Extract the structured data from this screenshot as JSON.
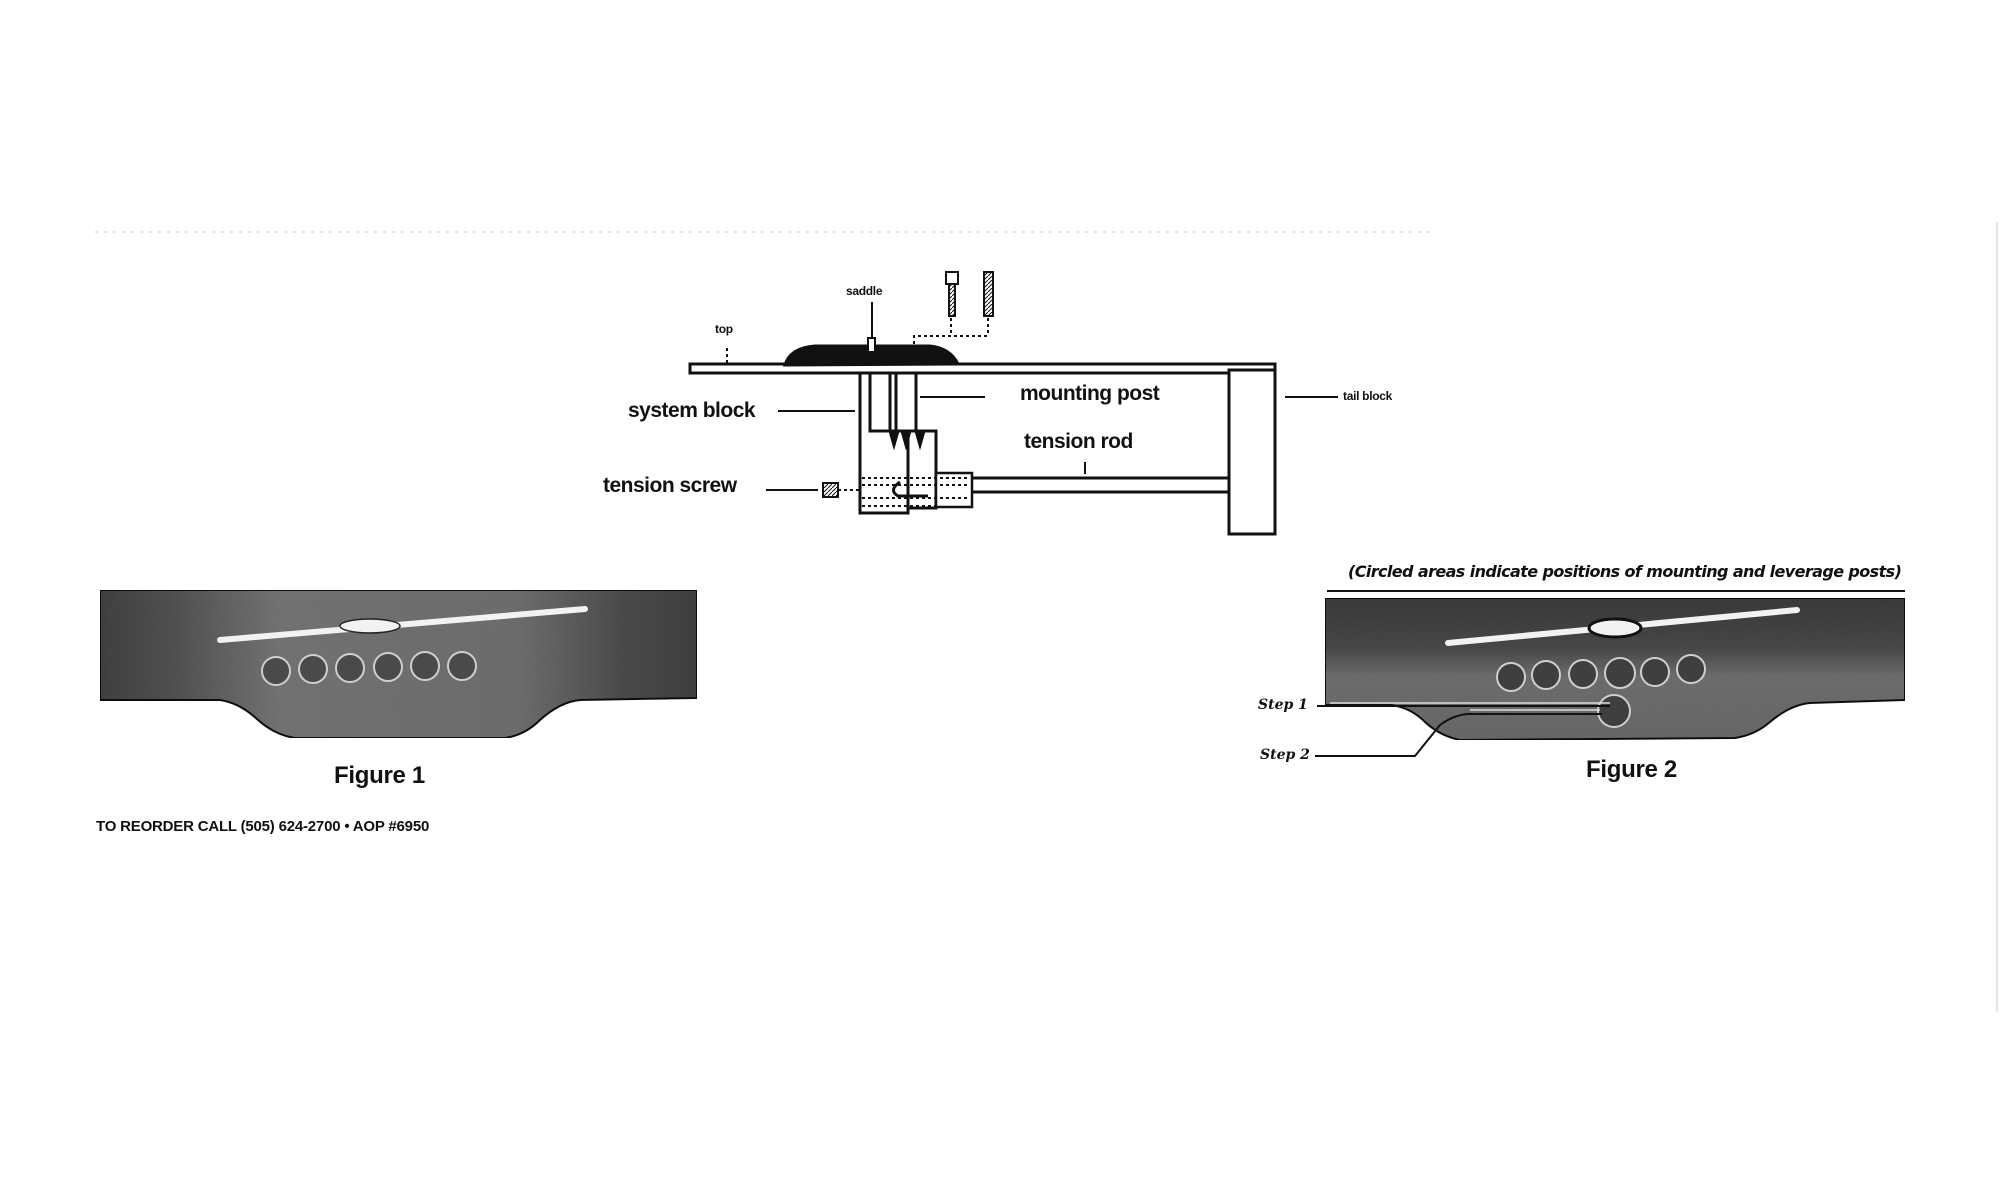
{
  "diagram": {
    "labels": {
      "saddle": "saddle",
      "top": "top",
      "mounting_post": "mounting post",
      "system_block": "system block",
      "tension_rod": "tension rod",
      "tension_screw": "tension screw",
      "tail_block": "tail block"
    }
  },
  "figure1": {
    "caption": "Figure 1",
    "hole_count": 6
  },
  "figure2": {
    "caption": "Figure 2",
    "note": "(Circled areas indicate positions of mounting and leverage posts)",
    "steps": [
      "Step 1",
      "Step 2"
    ],
    "hole_count": 6
  },
  "footer": {
    "reorder": "TO REORDER CALL (505) 624-2700 • AOP #6950"
  },
  "colors": {
    "ink": "#111111",
    "bridge_dark": "#3a3a3a",
    "bridge_mid": "#6e6e6e",
    "paper": "#ffffff"
  }
}
